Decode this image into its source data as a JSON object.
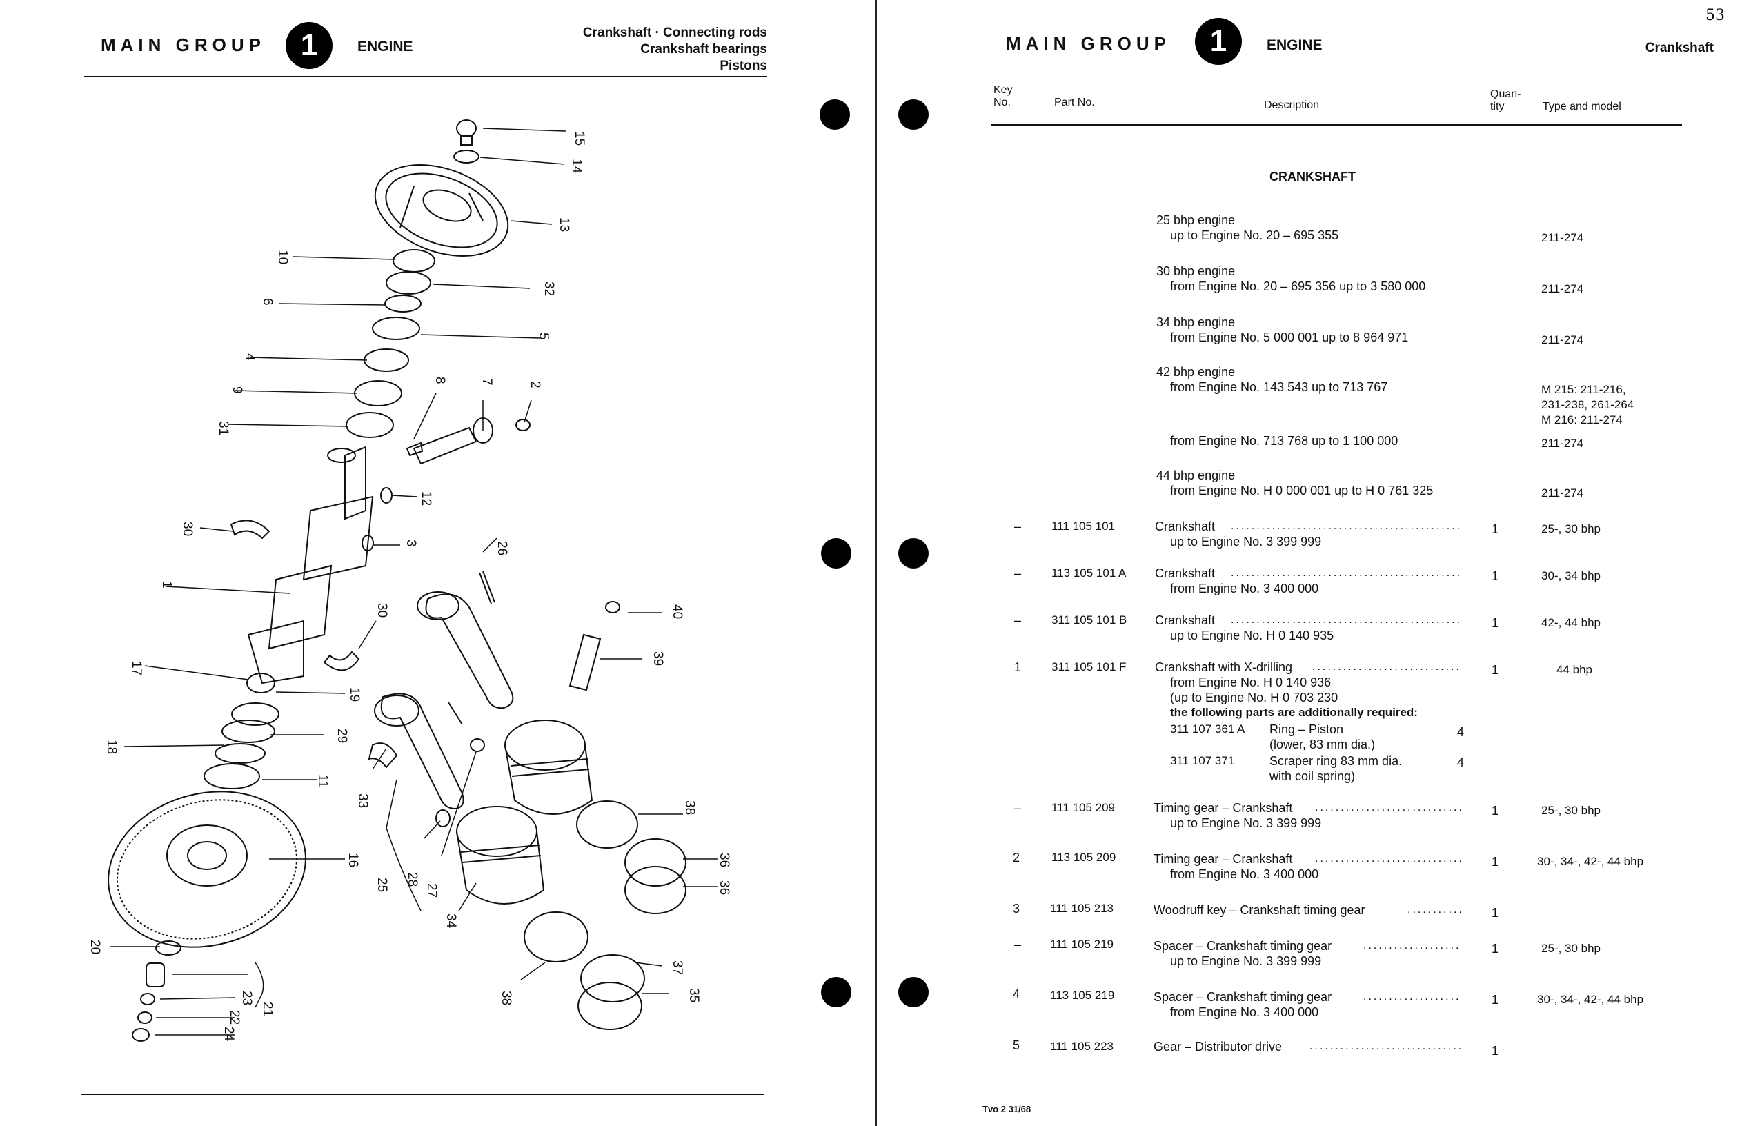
{
  "left_page": {
    "header": {
      "main_group": "MAIN GROUP",
      "group_number": "1",
      "group_name": "ENGINE",
      "title_lines": [
        "Crankshaft · Connecting rods",
        "Crankshaft bearings",
        "Pistons"
      ]
    },
    "callouts": [
      "15",
      "14",
      "13",
      "10",
      "32",
      "6",
      "5",
      "4",
      "8",
      "7",
      "9",
      "2",
      "31",
      "12",
      "30",
      "3",
      "26",
      "1",
      "30",
      "40",
      "17",
      "39",
      "19",
      "18",
      "29",
      "11",
      "33",
      "16",
      "25",
      "28",
      "27",
      "34",
      "38",
      "36",
      "36",
      "20",
      "23",
      "22",
      "24",
      "21",
      "37",
      "38",
      "35"
    ]
  },
  "right_page": {
    "page_number": "53",
    "header": {
      "main_group": "MAIN GROUP",
      "group_number": "1",
      "group_name": "ENGINE",
      "title": "Crankshaft"
    },
    "columns": {
      "key_no": [
        "Key",
        "No."
      ],
      "part_no": "Part No.",
      "description": "Description",
      "quantity": [
        "Quan-",
        "tity"
      ],
      "type_model": "Type and model"
    },
    "section_title": "CRANKSHAFT",
    "applicability": [
      {
        "lines": [
          "25 bhp engine",
          "up to Engine No. 20 – 695 355"
        ],
        "type": [
          "211-274"
        ]
      },
      {
        "lines": [
          "30 bhp engine",
          "from Engine No. 20 – 695 356 up to 3 580 000"
        ],
        "type": [
          "211-274"
        ]
      },
      {
        "lines": [
          "34 bhp engine",
          "from Engine No. 5 000 001 up to 8 964 971"
        ],
        "type": [
          "211-274"
        ]
      },
      {
        "lines": [
          "42 bhp engine",
          "from Engine No. 143 543 up to 713 767"
        ],
        "type": [
          "M 215: 211-216,",
          "231-238, 261-264",
          "M 216: 211-274"
        ]
      },
      {
        "lines": [
          "",
          "from Engine No. 713 768 up to 1 100 000"
        ],
        "type": [
          "211-274"
        ]
      },
      {
        "lines": [
          "44 bhp engine",
          "from Engine No. H 0 000 001 up to H 0 761 325"
        ],
        "type": [
          "211-274"
        ]
      }
    ],
    "parts": [
      {
        "key": "–",
        "part_no": "111 105 101",
        "description": "Crankshaft",
        "sub": [
          "up to Engine No. 3 399 999"
        ],
        "qty": "1",
        "type": "25-, 30 bhp"
      },
      {
        "key": "–",
        "part_no": "113 105 101 A",
        "description": "Crankshaft",
        "sub": [
          "from Engine No. 3 400 000"
        ],
        "qty": "1",
        "type": "30-, 34 bhp"
      },
      {
        "key": "–",
        "part_no": "311 105 101 B",
        "description": "Crankshaft",
        "sub": [
          "up to Engine No. H 0 140 935"
        ],
        "qty": "1",
        "type": "42-, 44 bhp"
      },
      {
        "key": "1",
        "part_no": "311 105 101 F",
        "description": "Crankshaft with X-drilling",
        "sub": [
          "from Engine No. H 0 140 936",
          "(up to Engine No. H 0 703 230",
          "the following parts are additionally required:"
        ],
        "qty": "1",
        "type": "44 bhp"
      },
      {
        "key": "–",
        "part_no": "111 105 209",
        "description": "Timing gear – Crankshaft",
        "sub": [
          "up to Engine No. 3 399 999"
        ],
        "qty": "1",
        "type": "25-, 30 bhp"
      },
      {
        "key": "2",
        "part_no": "113 105 209",
        "description": "Timing gear – Crankshaft",
        "sub": [
          "from Engine No. 3 400 000"
        ],
        "qty": "1",
        "type": "30-, 34-, 42-, 44 bhp"
      },
      {
        "key": "3",
        "part_no": "111 105 213",
        "description": "Woodruff key – Crankshaft timing gear",
        "sub": [],
        "qty": "1",
        "type": ""
      },
      {
        "key": "–",
        "part_no": "111 105 219",
        "description": "Spacer – Crankshaft timing gear",
        "sub": [
          "up to Engine No. 3 399 999"
        ],
        "qty": "1",
        "type": "25-, 30 bhp"
      },
      {
        "key": "4",
        "part_no": "113 105 219",
        "description": "Spacer – Crankshaft timing gear",
        "sub": [
          "from Engine No. 3 400 000"
        ],
        "qty": "1",
        "type": "30-, 34-, 42-, 44 bhp"
      },
      {
        "key": "5",
        "part_no": "111 105 223",
        "description": "Gear – Distributor drive",
        "sub": [],
        "qty": "1",
        "type": ""
      }
    ],
    "additional_parts": [
      {
        "part_no": "311 107 361 A",
        "lines": [
          "Ring – Piston",
          "(lower, 83 mm dia.)"
        ],
        "qty": "4"
      },
      {
        "part_no": "311 107 371",
        "lines": [
          "Scraper ring 83 mm dia.",
          "with coil spring)"
        ],
        "qty": "4"
      }
    ],
    "footer": "Tvo 2  31/68"
  }
}
